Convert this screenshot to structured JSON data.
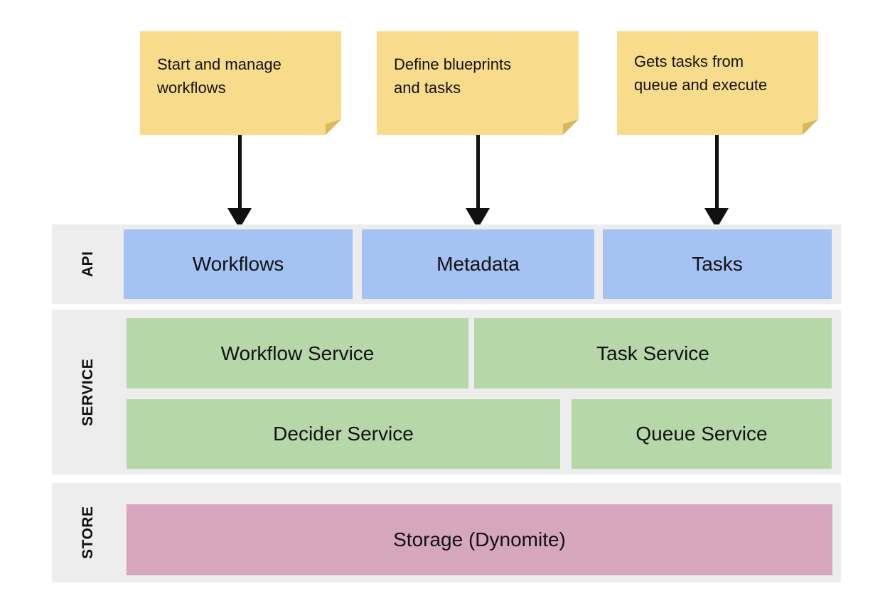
{
  "diagram": {
    "notes": [
      {
        "text": "Start and manage\nworkflows"
      },
      {
        "text": "Define blueprints\nand tasks"
      },
      {
        "text": "Gets tasks from\nqueue and execute"
      }
    ],
    "api_layer": {
      "label": "API",
      "boxes": [
        {
          "label": "Workflows"
        },
        {
          "label": "Metadata"
        },
        {
          "label": "Tasks"
        }
      ]
    },
    "service_layer": {
      "label": "SERVICE",
      "boxes": [
        {
          "label": "Workflow Service"
        },
        {
          "label": "Task Service"
        },
        {
          "label": "Decider Service"
        },
        {
          "label": "Queue Service"
        }
      ]
    },
    "store_layer": {
      "label": "STORE",
      "boxes": [
        {
          "label": "Storage (Dynomite)"
        }
      ]
    },
    "colors": {
      "note_yellow": "#F8DC8C",
      "note_fold": "#D8B75F",
      "api_blue": "#A4C2F4",
      "service_green": "#B6D7A8",
      "store_pink": "#D5A6BD",
      "band_gray": "#EDEDED",
      "arrow_black": "#111111",
      "text_black": "#111111"
    }
  }
}
